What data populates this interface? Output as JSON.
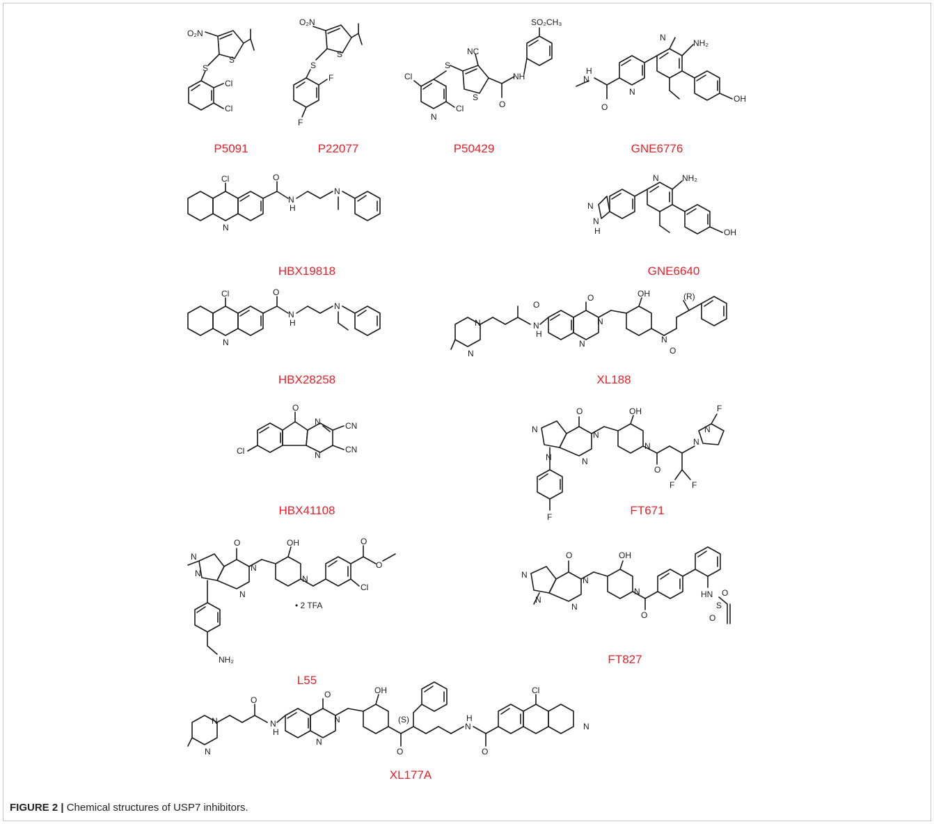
{
  "figure": {
    "number_text": "FIGURE 2 |",
    "caption_text": "Chemical structures of USP7 inhibitors."
  },
  "compounds": [
    {
      "id": "P5091",
      "atoms": [
        "O₂N",
        "S",
        "S",
        "Cl",
        "Cl"
      ]
    },
    {
      "id": "P22077",
      "atoms": [
        "O₂N",
        "S",
        "S",
        "F",
        "F"
      ]
    },
    {
      "id": "P50429",
      "atoms": [
        "SO₂CH₃",
        "NC",
        "S",
        "S",
        "Cl",
        "Cl",
        "N",
        "NH",
        "O"
      ]
    },
    {
      "id": "GNE6776",
      "atoms": [
        "N",
        "NH₂",
        "N",
        "H",
        "N",
        "O",
        "OH"
      ]
    },
    {
      "id": "HBX19818",
      "atoms": [
        "Cl",
        "O",
        "N",
        "H",
        "N",
        "N"
      ]
    },
    {
      "id": "GNE6640",
      "atoms": [
        "N",
        "NH₂",
        "N",
        "N",
        "H",
        "OH"
      ]
    },
    {
      "id": "HBX28258",
      "atoms": [
        "Cl",
        "O",
        "N",
        "H",
        "N",
        "N"
      ]
    },
    {
      "id": "XL188",
      "atoms": [
        "O",
        "OH",
        "(R)",
        "N",
        "N",
        "N",
        "O",
        "N",
        "H",
        "N",
        "N",
        "O"
      ]
    },
    {
      "id": "HBX41108",
      "atoms": [
        "O",
        "N",
        "N",
        "Cl",
        "CN",
        "CN"
      ]
    },
    {
      "id": "FT671",
      "atoms": [
        "O",
        "OH",
        "N",
        "N",
        "N",
        "N",
        "N",
        "N",
        "N",
        "O",
        "F",
        "F",
        "F",
        "F"
      ]
    },
    {
      "id": "L55",
      "atoms": [
        "O",
        "OH",
        "O",
        "O",
        "N",
        "N",
        "N",
        "N",
        "N",
        "• 2 TFA",
        "Cl",
        "NH₂"
      ]
    },
    {
      "id": "FT827",
      "atoms": [
        "O",
        "OH",
        "N",
        "N",
        "N",
        "N",
        "N",
        "HN",
        "S",
        "O",
        "O",
        "O"
      ]
    },
    {
      "id": "XL177A",
      "atoms": [
        "O",
        "OH",
        "Cl",
        "O",
        "(S)",
        "N",
        "N",
        "N",
        "N",
        "H",
        "N",
        "H",
        "N",
        "N",
        "O",
        "O"
      ]
    }
  ]
}
